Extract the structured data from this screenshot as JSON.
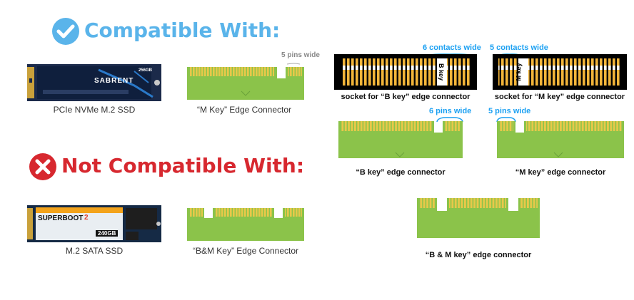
{
  "compatible": {
    "heading": "Compatible With:",
    "ssd_caption": "PCIe NVMe M.2 SSD",
    "ssd_label_brand": "SABRENT",
    "ssd_label_capacity": "256GB",
    "connector_caption": "“M Key” Edge Connector",
    "pins_label": "5 pins wide"
  },
  "not_compatible": {
    "heading": "Not Compatible With:",
    "ssd_caption": "M.2 SATA SSD",
    "ssd_label_brand": "SUPERBOOT",
    "ssd_label_model": "2",
    "ssd_label_capacity": "240GB",
    "connector_caption": "“B&M Key” Edge Connector"
  },
  "diagram": {
    "socket_b_caption": "socket for “B key” edge connector",
    "socket_m_caption": "socket for “M key” edge connector",
    "socket_b_contacts": "6 contacts wide",
    "socket_m_contacts": "5 contacts wide",
    "socket_b_key": "B key",
    "socket_m_key": "M key",
    "bkey_pins": "6 pins wide",
    "mkey_pins": "5 pins wide",
    "bkey_caption": "“B key” edge connector",
    "mkey_caption": "“M key” edge connector",
    "bmkey_caption": "“B & M key” edge connector"
  },
  "colors": {
    "check_blue": "#5ab4ea",
    "x_red": "#d7282f",
    "label_blue": "#1da1f2",
    "pcb_green": "#8bc34a",
    "contact_gold": "#e8c84a",
    "socket_black": "#000000"
  }
}
